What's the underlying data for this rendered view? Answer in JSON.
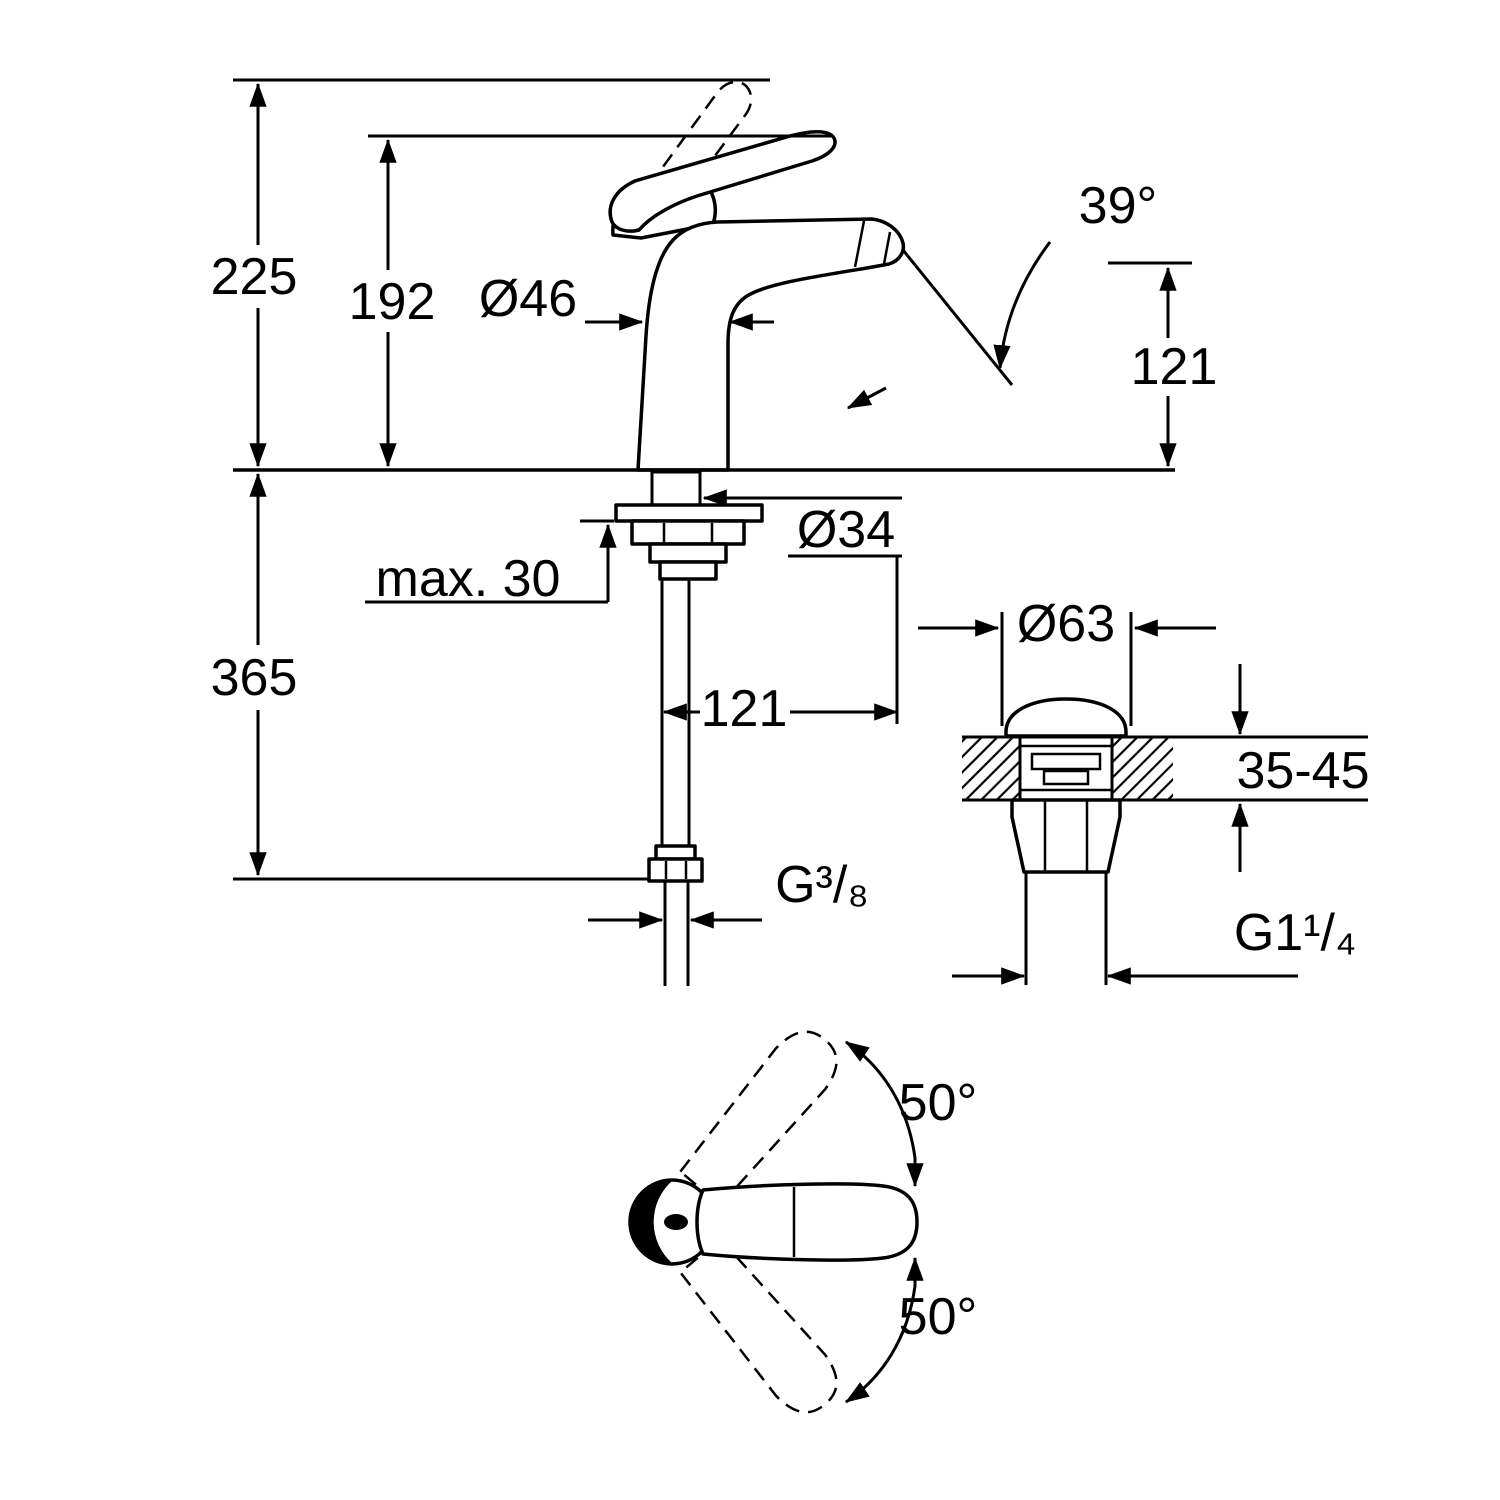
{
  "drawing": {
    "kind": "faucet-installation-dimension-drawing",
    "views": [
      "side-view-with-mounting",
      "waste-drain-section",
      "handle-top-view"
    ]
  },
  "labels": {
    "total_height": "225",
    "handle_height": "192",
    "body_diameter": "Ø46",
    "spout_angle": "39°",
    "spout_height": "121",
    "mounting_hole_diameter": "Ø34",
    "max_counter_thickness": "max. 30",
    "hose_length": "365",
    "hose_clearance": "121",
    "supply_connection_thread": "G³/₈",
    "waste_flange_diameter": "Ø63",
    "counter_thickness_range": "35-45",
    "waste_thread": "G1¹/₄",
    "handle_swing_up": "50°",
    "handle_swing_down": "50°"
  },
  "colors": {
    "line": "#000000",
    "background": "#ffffff"
  }
}
